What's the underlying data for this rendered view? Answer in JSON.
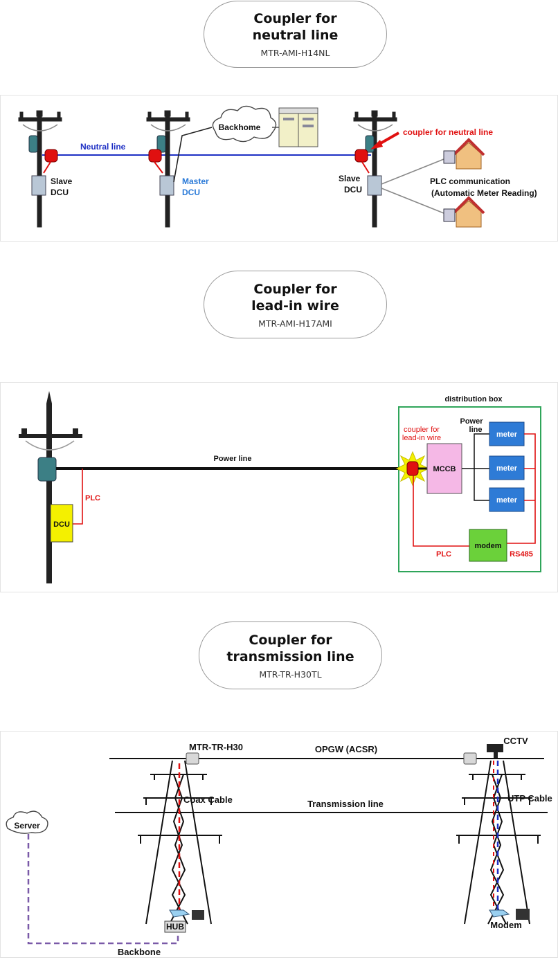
{
  "section1": {
    "title_line1": "Coupler for",
    "title_line2": "neutral line",
    "model": "MTR-AMI-H14NL",
    "labels": {
      "neutral_line": "Neutral line",
      "backhome": "Backhome",
      "coupler": "coupler for neutral line",
      "slave1_a": "Slave",
      "slave1_b": "DCU",
      "master_a": "Master",
      "master_b": "DCU",
      "slave2_a": "Slave",
      "slave2_b": "DCU",
      "plc_a": "PLC communication",
      "plc_b": "(Automatic Meter Reading)"
    }
  },
  "section2": {
    "title_line1": "Coupler for",
    "title_line2": "lead-in wire",
    "model": "MTR-AMI-H17AMI",
    "labels": {
      "power_line": "Power line",
      "plc_left": "PLC",
      "dcu": "DCU",
      "distribution_box": "distribution box",
      "coupler_a": "coupler for",
      "coupler_b": "lead-in wire",
      "power_a": "Power",
      "power_b": "line",
      "mccb": "MCCB",
      "meter1": "meter",
      "meter2": "meter",
      "meter3": "meter",
      "modem": "modem",
      "plc_bottom": "PLC",
      "rs485": "RS485"
    }
  },
  "section3": {
    "title_line1": "Coupler for",
    "title_line2": "transmission line",
    "model": "MTR-TR-H30TL",
    "labels": {
      "mtr": "MTR-TR-H30",
      "opgw": "OPGW (ACSR)",
      "cctv": "CCTV",
      "coax": "Coax Cable",
      "transmission": "Transmission line",
      "utp": "UTP Cable",
      "server": "Server",
      "hub": "HUB",
      "modem": "Modem",
      "backbone": "Backbone"
    }
  },
  "colors": {
    "neutral_blue": "#1d2fc4",
    "coupler_red": "#e01010",
    "meter_blue": "#2e7bd6",
    "mccb_pink": "#f5b8e6",
    "modem_green": "#6bd13a",
    "dcu_yellow": "#f4f000",
    "box_green": "#2fa55a"
  }
}
